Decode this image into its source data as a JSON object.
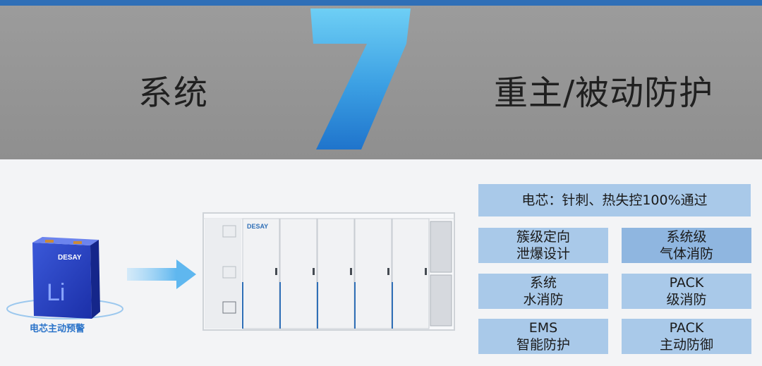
{
  "header": {
    "left_title": "系统",
    "number": "7",
    "right_title": "重主/被动防护"
  },
  "battery": {
    "brand": "DESAY",
    "symbol": "Li",
    "caption": "电芯主动预警"
  },
  "container": {
    "brand": "DESAY"
  },
  "features": {
    "top": "电芯：针刺、热失控100%通过",
    "items": [
      {
        "line1": "簇级定向",
        "line2": "泄爆设计"
      },
      {
        "line1": "系统级",
        "line2": "气体消防"
      },
      {
        "line1": "系统",
        "line2": "水消防"
      },
      {
        "line1": "PACK",
        "line2": "级消防"
      },
      {
        "line1": "EMS",
        "line2": "智能防护"
      },
      {
        "line1": "PACK",
        "line2": "主动防御"
      }
    ]
  },
  "colors": {
    "header_bg": "#959595",
    "accent_blue": "#2f6fb7",
    "panel": "#a9c9e9"
  }
}
